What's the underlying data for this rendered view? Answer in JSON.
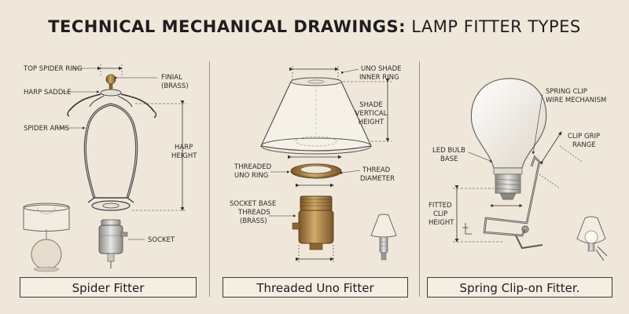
{
  "title": {
    "bold": "TECHNICAL MECHANICAL DRAWINGS:",
    "normal": "LAMP FITTER TYPES"
  },
  "colors": {
    "background": "#efe7da",
    "line": "#3a3a3a",
    "brass": "#a67c45",
    "shade": "#f5f0e6"
  },
  "panels": {
    "spider": {
      "caption": "Spider Fitter",
      "labels": {
        "top_spider_ring": "TOP SPIDER RING",
        "harp_saddle": "HARP SADDLE",
        "spider_arms": "SPIDER ARMS",
        "finial_1": "FINIAL",
        "finial_2": "(BRASS)",
        "harp_height_1": "HARP",
        "harp_height_2": "HEIGHT",
        "socket": "SOCKET"
      }
    },
    "uno": {
      "caption": "Threaded Uno Fitter",
      "labels": {
        "uno_shade_1": "UNO SHADE",
        "uno_shade_2": "INNER RING",
        "shade_vertical_1": "SHADE",
        "shade_vertical_2": "VERTICAL",
        "shade_vertical_3": "HEIGHT",
        "threaded_uno_1": "THREADED",
        "threaded_uno_2": "UNO RING",
        "thread_diameter_1": "THREAD",
        "thread_diameter_2": "DIAMETER",
        "socket_base_1": "SOCKET BASE",
        "socket_base_2": "THREADS",
        "socket_base_3": "(BRASS)"
      }
    },
    "clip": {
      "caption": "Spring Clip-on Fitter.",
      "labels": {
        "spring_clip_1": "SPRING CLIP",
        "spring_clip_2": "WIRE MECHANISM",
        "clip_grip_1": "CLIP GRIP",
        "clip_grip_2": "RANGE",
        "led_bulb_1": "LED BULB",
        "led_bulb_2": "BASE",
        "fitted_clip_1": "FITTED",
        "fitted_clip_2": "CLIP",
        "fitted_clip_3": "HEIGHT"
      }
    }
  }
}
